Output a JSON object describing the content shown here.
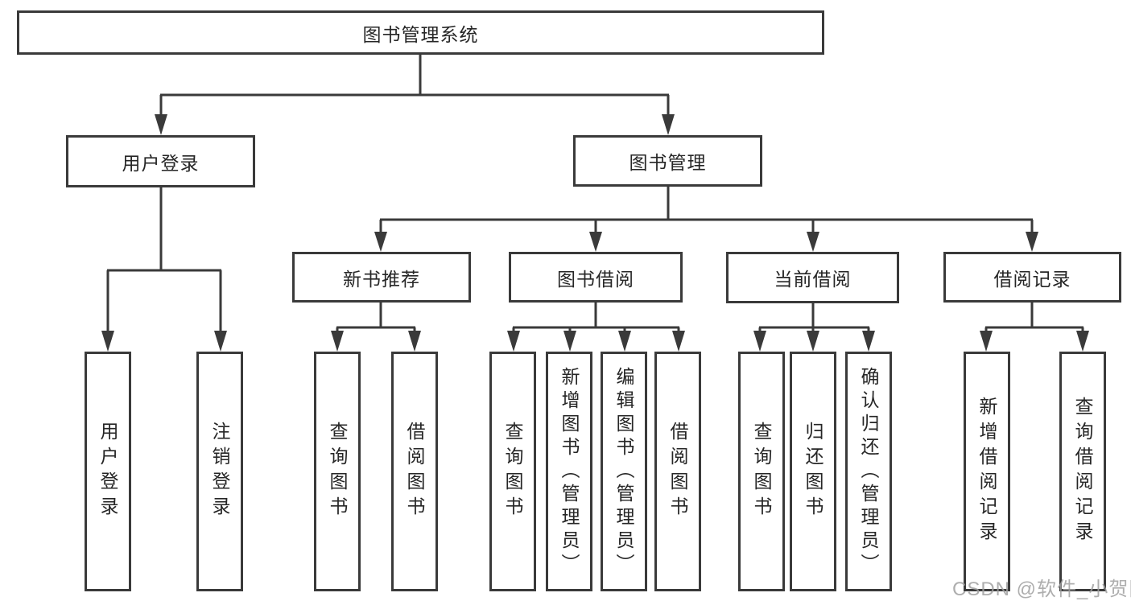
{
  "diagram": {
    "root": {
      "label": "图书管理系统"
    },
    "level1": [
      {
        "label": "用户登录",
        "children": [
          {
            "label": "用户登录"
          },
          {
            "label": "注销登录"
          }
        ]
      },
      {
        "label": "图书管理",
        "children": [
          {
            "label": "新书推荐",
            "children": [
              {
                "label": "查询图书"
              },
              {
                "label": "借阅图书"
              }
            ]
          },
          {
            "label": "图书借阅",
            "children": [
              {
                "label": "查询图书"
              },
              {
                "label": "新增图书（管理员）"
              },
              {
                "label": "编辑图书（管理员）"
              },
              {
                "label": "借阅图书"
              }
            ]
          },
          {
            "label": "当前借阅",
            "children": [
              {
                "label": "查询图书"
              },
              {
                "label": "归还图书"
              },
              {
                "label": "确认归还（管理员）"
              }
            ]
          },
          {
            "label": "借阅记录",
            "children": [
              {
                "label": "新增借阅记录"
              },
              {
                "label": "查询借阅记录"
              }
            ]
          }
        ]
      }
    ]
  },
  "watermark": {
    "text": "CSDN @软件_小贺同学"
  },
  "colors": {
    "line": "#3a3a3a",
    "box_border": "#3a3a3a",
    "box_background": "#ffffff",
    "text": "#262626",
    "watermark": "#a0a0a0",
    "page_background": "#ffffff"
  }
}
